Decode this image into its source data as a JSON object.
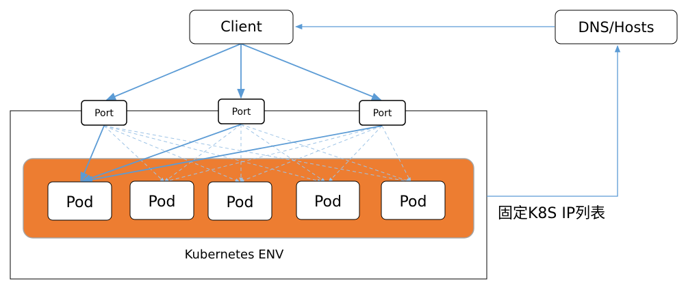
{
  "client": {
    "label": "Client"
  },
  "dns": {
    "label": "DNS/Hosts"
  },
  "ports": [
    {
      "label": "Port"
    },
    {
      "label": "Port"
    },
    {
      "label": "Port"
    }
  ],
  "pods": [
    {
      "label": "Pod"
    },
    {
      "label": "Pod"
    },
    {
      "label": "Pod"
    },
    {
      "label": "Pod"
    },
    {
      "label": "Pod"
    }
  ],
  "env": {
    "label": "Kubernetes ENV"
  },
  "annotation": {
    "label": "固定K8S IP列表"
  },
  "colors": {
    "arrow": "#5b9bd5",
    "pod_pool_fill": "#ed7d31",
    "pod_pool_border": "#a5a5a5",
    "box_border": "#000000"
  }
}
